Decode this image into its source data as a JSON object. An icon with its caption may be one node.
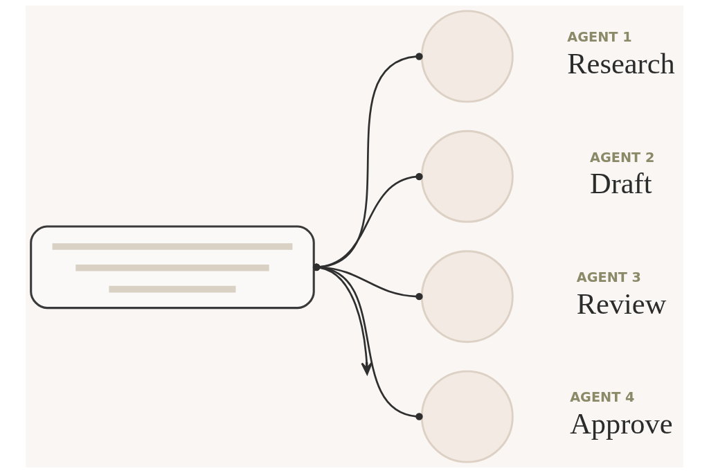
{
  "diagram": {
    "nodes": [
      {
        "text": [],
        "shape": "bubble"
      },
      {
        "text": [],
        "shape": "circle",
        "beside": [
          "AGENT 1",
          "Research"
        ]
      },
      {
        "text": [],
        "shape": "circle",
        "beside": [
          "AGENT 2",
          "Draft"
        ]
      },
      {
        "text": [],
        "shape": "circle",
        "beside": [
          "AGENT 3",
          "Review"
        ]
      },
      {
        "text": [],
        "shape": "circle",
        "beside": [
          "AGENT 4",
          "Approve"
        ]
      }
    ],
    "edges": [
      {
        "from": 0,
        "to": 1,
        "arrow": "other"
      },
      {
        "from": 0,
        "to": 2,
        "arrow": "other"
      },
      {
        "from": 0,
        "to": 3,
        "arrow": "other"
      },
      {
        "from": 0,
        "to": 4,
        "arrow": "other"
      },
      {
        "from": 0,
        "to": null,
        "arrow": "to"
      }
    ]
  }
}
